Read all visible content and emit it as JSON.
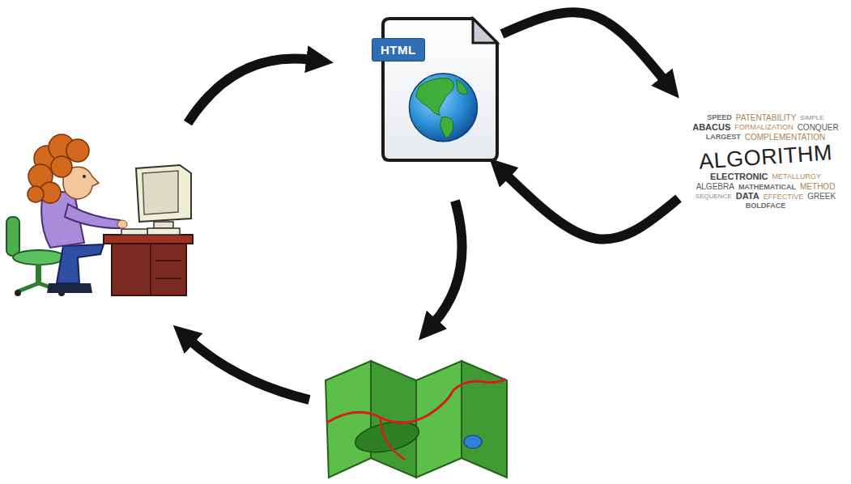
{
  "diagram": {
    "nodes": [
      {
        "text": [
          "HTML"
        ]
      },
      {
        "text": [
          "SPEED",
          "PATENTABILITY",
          "SIMPLE",
          "ABACUS",
          "FORMALIZATION",
          "CONQUER",
          "LARGEST",
          "COMPLEMENTATION",
          "ALGORITHM",
          "ELECTRONIC",
          "METALLURGY",
          "ALGEBRA",
          "MATHEMATICAL",
          "METHOD",
          "SEQUENCE",
          "DATA",
          "EFFECTIVE",
          "GREEK",
          "BOLDFACE"
        ]
      }
    ],
    "edges": [
      {
        "from": 0,
        "to": 1,
        "arrow": "to"
      },
      {
        "from": 1,
        "to": 0,
        "arrow": "to"
      }
    ]
  }
}
